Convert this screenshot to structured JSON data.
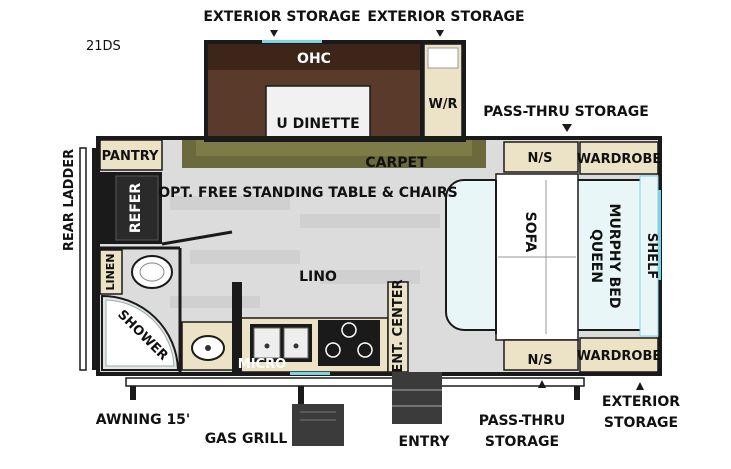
{
  "model": "21DS",
  "labels": {
    "exterior_storage_top_left": "EXTERIOR STORAGE",
    "exterior_storage_top_right": "EXTERIOR STORAGE",
    "ohc": "OHC",
    "wr": "W/R",
    "u_dinette": "U DINETTE",
    "carpet": "CARPET",
    "pass_thru_storage_top": "PASS-THRU STORAGE",
    "pantry": "PANTRY",
    "refer": "REFER",
    "rear_ladder": "REAR LADDER",
    "opt_table": "OPT. FREE STANDING TABLE & CHAIRS",
    "ns_top": "N/S",
    "wardrobe_top": "WARDROBE",
    "sofa": "SOFA",
    "queen_murphy_bed": [
      "QUEEN",
      "MURPHY BED"
    ],
    "shelf": "SHELF",
    "linen": "LINEN",
    "lino": "LINO",
    "shower": "SHOWER",
    "micro": "MICRO",
    "ent_center": "ENT. CENTER",
    "ns_bottom": "N/S",
    "wardrobe_bottom": "WARDROBE",
    "awning": "AWNING 15'",
    "gas_grill": "GAS GRILL",
    "entry": "ENTRY",
    "pass_thru_storage_bottom": [
      "PASS-THRU",
      "STORAGE"
    ],
    "exterior_storage_bottom_right": [
      "EXTERIOR",
      "STORAGE"
    ]
  },
  "colors": {
    "wall": "#1a1a1a",
    "floor": "#dcdcdc",
    "carpet": "#6b6a3c",
    "cabinet": "#ece3c7",
    "dinette": "#5a3a2b",
    "dinette_table": "#f1f1f1",
    "bed": "#e9f6f8",
    "accent_teal": "#7fd3e0",
    "entry": "#3b3b3b"
  }
}
